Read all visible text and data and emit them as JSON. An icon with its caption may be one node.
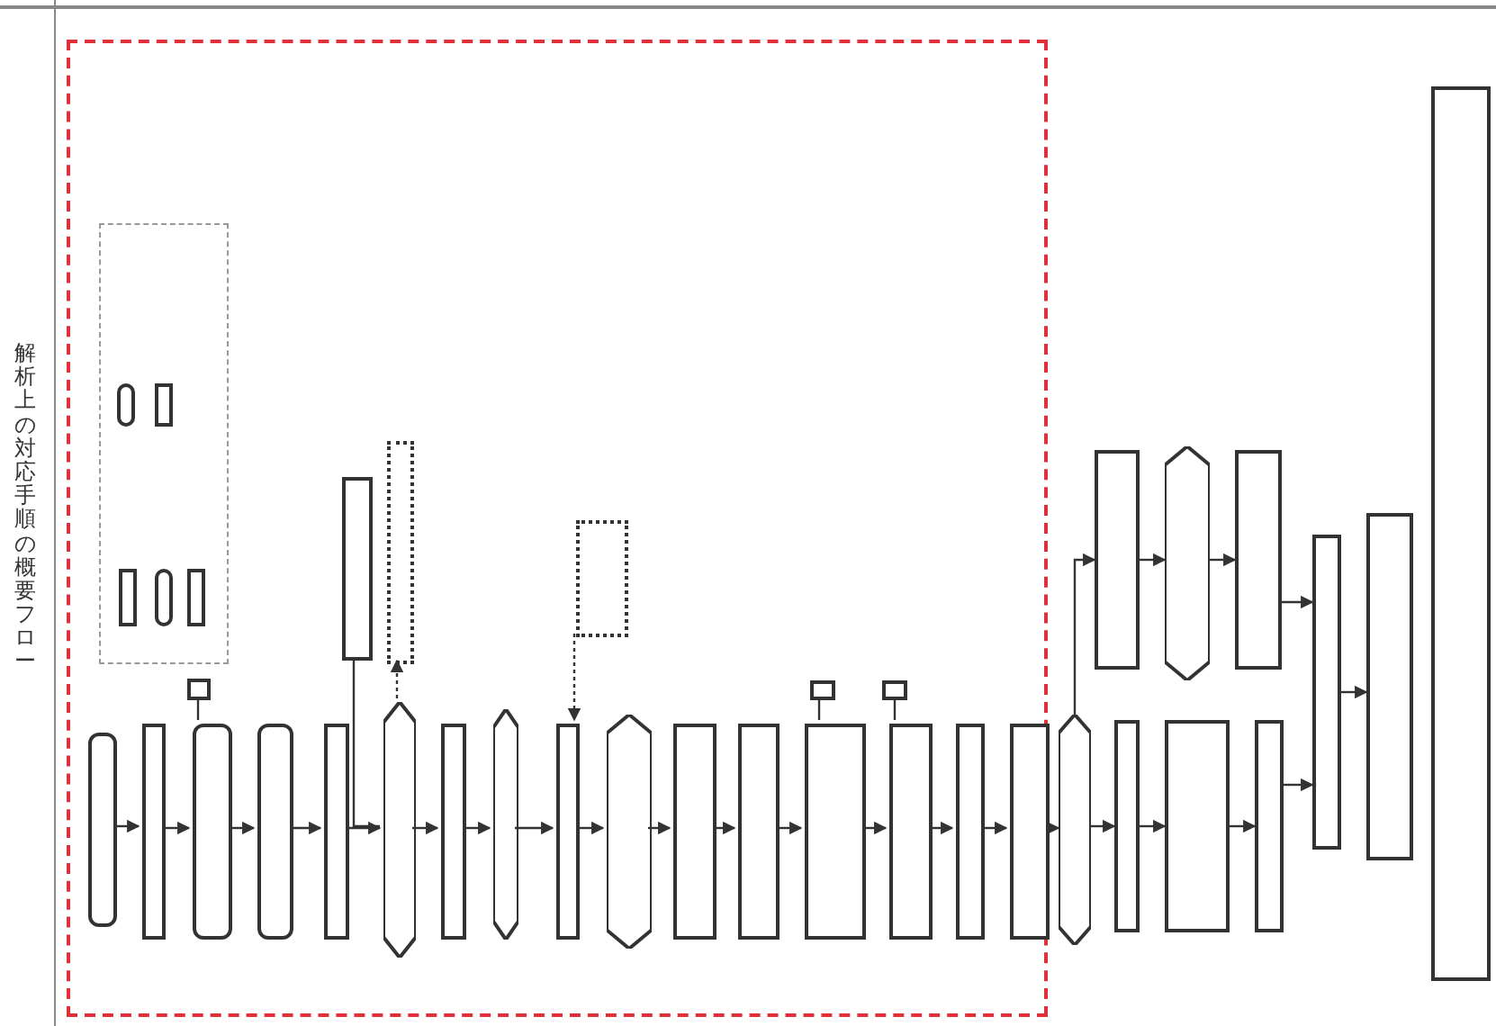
{
  "diagram": {
    "title": "解析上の対応手順の概要フロー",
    "nodes": [
      {
        "text": [],
        "shape": "box"
      },
      {
        "text": [],
        "shape": "box",
        "in": 0
      },
      {
        "text": [],
        "shape": "box",
        "in": 1
      },
      {
        "text": [],
        "shape": "box",
        "in": 1
      },
      {
        "text": [],
        "shape": "box",
        "in": 1
      },
      {
        "text": [],
        "shape": "box",
        "in": 1
      },
      {
        "text": [],
        "shape": "box",
        "in": 1
      },
      {
        "text": [],
        "shape": "box",
        "in": 0
      },
      {
        "text": [],
        "shape": "box",
        "in": 0
      },
      {
        "text": [],
        "shape": "box",
        "in": 0
      },
      {
        "text": [],
        "shape": "box",
        "in": 0
      },
      {
        "text": [],
        "shape": "box",
        "in": 0
      },
      {
        "text": [],
        "shape": "hexagon",
        "in": 0
      },
      {
        "text": [],
        "shape": "box",
        "in": 0
      },
      {
        "text": [],
        "shape": "hexagon",
        "in": 0
      },
      {
        "text": [],
        "shape": "box",
        "in": 0
      },
      {
        "text": [],
        "shape": "hexagon",
        "in": 0
      },
      {
        "text": [],
        "shape": "box",
        "in": 0
      },
      {
        "text": [],
        "shape": "box",
        "in": 0
      },
      {
        "text": [],
        "shape": "box",
        "in": 0
      },
      {
        "text": [],
        "shape": "box",
        "in": 0
      },
      {
        "text": [],
        "shape": "box",
        "in": 0
      },
      {
        "text": [],
        "shape": "box",
        "in": 0
      },
      {
        "text": [],
        "shape": "hexagon"
      },
      {
        "text": [],
        "shape": "box"
      },
      {
        "text": [],
        "shape": "box"
      },
      {
        "text": [],
        "shape": "box"
      },
      {
        "text": [],
        "shape": "box"
      },
      {
        "text": [],
        "shape": "hexagon"
      },
      {
        "text": [],
        "shape": "box"
      },
      {
        "text": [],
        "shape": "box"
      },
      {
        "text": [],
        "shape": "box"
      },
      {
        "text": [],
        "shape": "box"
      },
      {
        "text": [],
        "shape": "box",
        "in": 0
      },
      {
        "text": [],
        "shape": "box",
        "in": 0
      },
      {
        "text": [],
        "shape": "box",
        "in": 0
      },
      {
        "text": [],
        "shape": "box",
        "in": 0
      },
      {
        "text": [],
        "shape": "box",
        "in": 0
      },
      {
        "text": [],
        "shape": "box",
        "in": 0
      }
    ],
    "edges": [
      {
        "from": 7,
        "to": 8,
        "arrow": "to"
      },
      {
        "from": 8,
        "to": 9,
        "arrow": "to"
      },
      {
        "from": 9,
        "to": 10,
        "arrow": "to"
      },
      {
        "from": 10,
        "to": 11,
        "arrow": "to"
      },
      {
        "from": 11,
        "to": 12,
        "arrow": "to"
      },
      {
        "from": 12,
        "to": 13,
        "arrow": "to"
      },
      {
        "from": 13,
        "to": 14,
        "arrow": "to"
      },
      {
        "from": 14,
        "to": 15,
        "arrow": "to"
      },
      {
        "from": 15,
        "to": 16,
        "arrow": "to"
      },
      {
        "from": 16,
        "to": 17,
        "arrow": "to"
      },
      {
        "from": 17,
        "to": 18,
        "arrow": "to"
      },
      {
        "from": 18,
        "to": 19,
        "arrow": "to"
      },
      {
        "from": 19,
        "to": 20,
        "arrow": "to"
      },
      {
        "from": 20,
        "to": 21,
        "arrow": "to"
      },
      {
        "from": 21,
        "to": 22,
        "arrow": "to"
      },
      {
        "from": 22,
        "to": 23,
        "arrow": "to"
      },
      {
        "from": 23,
        "to": 24,
        "arrow": "to"
      },
      {
        "from": 24,
        "to": 25,
        "arrow": "to"
      },
      {
        "from": 25,
        "to": 26,
        "arrow": "to"
      },
      {
        "from": 23,
        "to": 27,
        "arrow": "to"
      },
      {
        "from": 27,
        "to": 28,
        "arrow": "to"
      },
      {
        "from": 28,
        "to": 29,
        "arrow": "to"
      },
      {
        "from": 29,
        "to": 30,
        "arrow": "to"
      },
      {
        "from": 26,
        "to": 30,
        "arrow": "to"
      },
      {
        "from": 30,
        "to": 31,
        "arrow": "to"
      },
      {
        "from": 33,
        "to": 12,
        "arrow": "none"
      },
      {
        "from": 12,
        "to": 34,
        "arrow": "to",
        "style": "dashed"
      },
      {
        "from": 35,
        "to": 15,
        "arrow": "to",
        "style": "dashed"
      },
      {
        "from": 36,
        "to": 9,
        "arrow": "none"
      },
      {
        "from": 37,
        "to": 19,
        "arrow": "none"
      },
      {
        "from": 38,
        "to": 20,
        "arrow": "none"
      }
    ]
  }
}
